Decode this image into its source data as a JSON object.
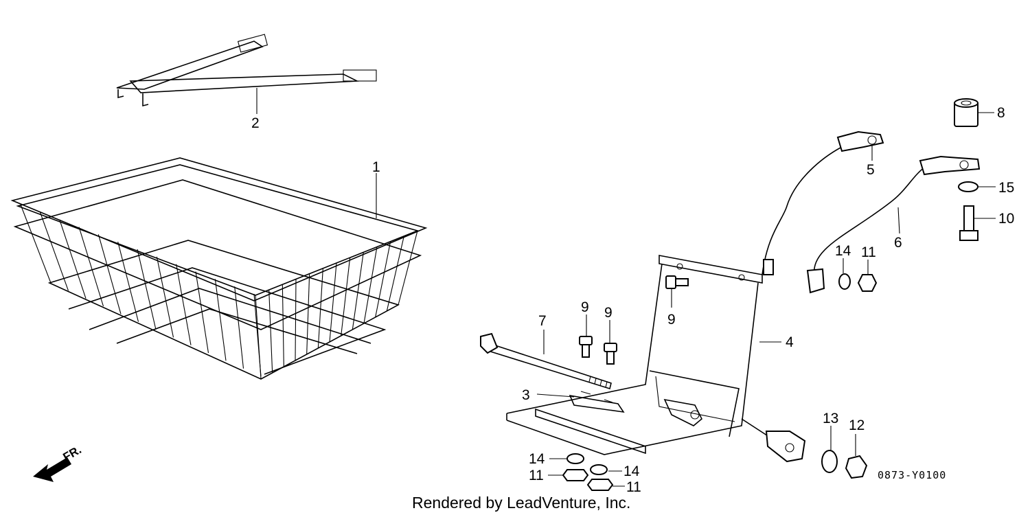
{
  "callouts": [
    {
      "id": "1",
      "label": "1"
    },
    {
      "id": "2",
      "label": "2"
    },
    {
      "id": "3",
      "label": "3"
    },
    {
      "id": "4",
      "label": "4"
    },
    {
      "id": "5",
      "label": "5"
    },
    {
      "id": "6",
      "label": "6"
    },
    {
      "id": "7",
      "label": "7"
    },
    {
      "id": "8",
      "label": "8"
    },
    {
      "id": "9a",
      "label": "9"
    },
    {
      "id": "9b",
      "label": "9"
    },
    {
      "id": "9c",
      "label": "9"
    },
    {
      "id": "10",
      "label": "10"
    },
    {
      "id": "11a",
      "label": "11"
    },
    {
      "id": "11b",
      "label": "11"
    },
    {
      "id": "11c",
      "label": "11"
    },
    {
      "id": "12",
      "label": "12"
    },
    {
      "id": "13",
      "label": "13"
    },
    {
      "id": "14a",
      "label": "14"
    },
    {
      "id": "14b",
      "label": "14"
    },
    {
      "id": "14c",
      "label": "14"
    },
    {
      "id": "15",
      "label": "15"
    }
  ],
  "direction_label": "FR.",
  "diagram_code": "0873-Y0100",
  "credit": "Rendered by LeadVenture, Inc."
}
